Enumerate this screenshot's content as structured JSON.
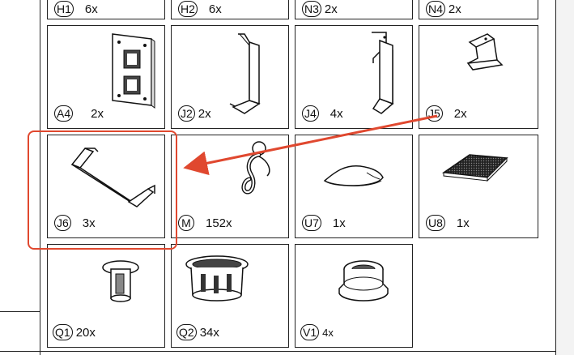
{
  "sheet": {
    "top_row": [
      {
        "code": "H1",
        "qty": "6x"
      },
      {
        "code": "H2",
        "qty": "6x"
      },
      {
        "code": "N3",
        "qty": "2x"
      },
      {
        "code": "N4",
        "qty": "2x"
      }
    ],
    "parts": [
      {
        "code": "A4",
        "qty": "2x",
        "icon": "mounting-plate-icon"
      },
      {
        "code": "J2",
        "qty": "2x",
        "icon": "long-bracket-icon"
      },
      {
        "code": "J4",
        "qty": "4x",
        "icon": "hook-bracket-icon"
      },
      {
        "code": "J5",
        "qty": "2x",
        "icon": "small-bracket-icon"
      },
      {
        "code": "J6",
        "qty": "3x",
        "icon": "support-bracket-icon"
      },
      {
        "code": "M",
        "qty": "152x",
        "icon": "curtain-hook-icon"
      },
      {
        "code": "U7",
        "qty": "1x",
        "icon": "cloth-icon"
      },
      {
        "code": "U8",
        "qty": "1x",
        "icon": "sanding-pad-icon"
      },
      {
        "code": "Q1",
        "qty": "20x",
        "icon": "plug-icon"
      },
      {
        "code": "Q2",
        "qty": "34x",
        "icon": "grommet-icon"
      },
      {
        "code": "V1",
        "qty": "4x",
        "icon": "cap-icon"
      }
    ],
    "annotation": {
      "color": "#e0482f",
      "from": "J5",
      "to": "J6"
    }
  }
}
